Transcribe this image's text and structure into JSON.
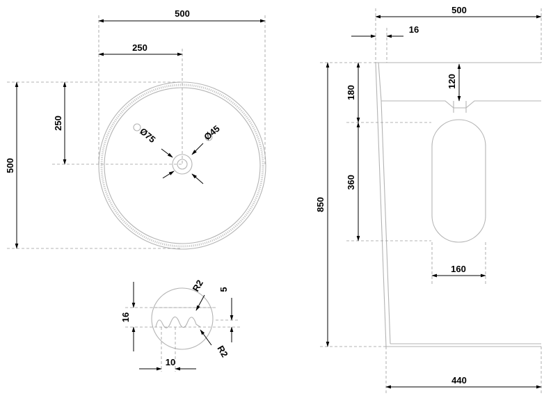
{
  "top_view": {
    "dims": {
      "overall_width": "500",
      "half_width": "250",
      "half_depth": "250",
      "overall_depth": "500"
    },
    "holes": {
      "drain": "Ø75",
      "overflow": "Ø45"
    }
  },
  "side_view": {
    "dims": {
      "top_width": "500",
      "wall": "16",
      "basin_height": "180",
      "basin_depth": "120",
      "panel_height": "360",
      "total_height": "850",
      "panel_width": "160",
      "base_width": "440"
    }
  },
  "detail_view": {
    "dims": {
      "height": "16",
      "radius_top": "R2",
      "depth": "5",
      "radius_bottom": "R2",
      "pitch": "10"
    }
  }
}
